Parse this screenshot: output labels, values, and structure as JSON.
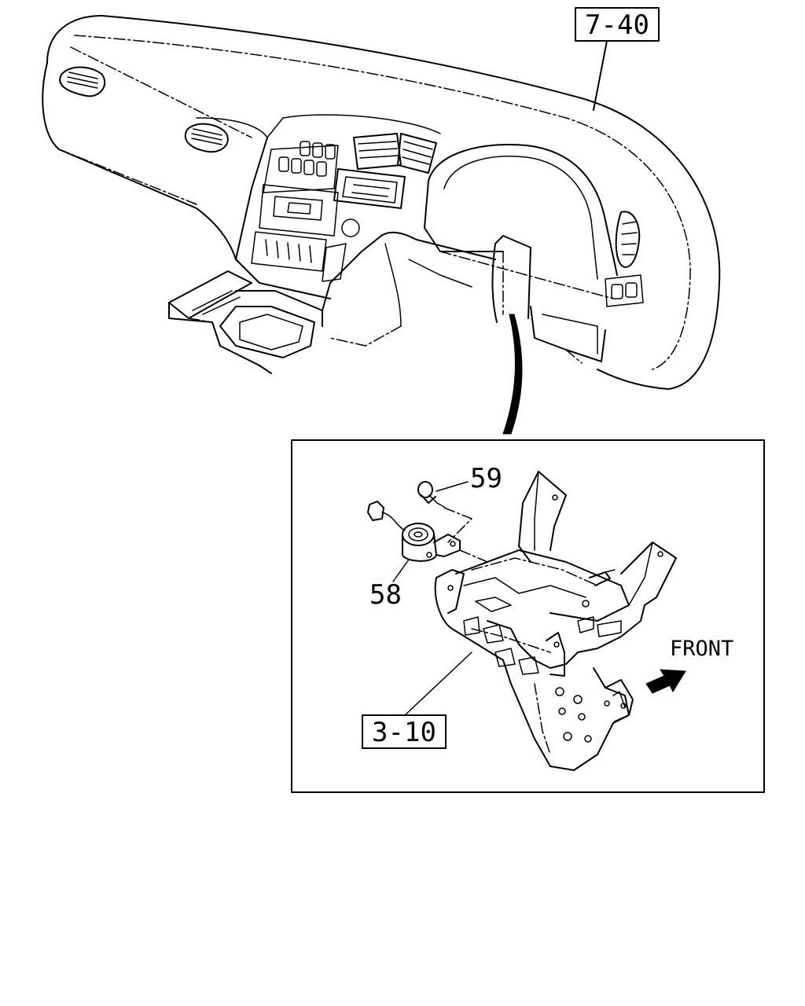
{
  "callouts": {
    "ref_instrument_panel": "7-40",
    "ref_frame": "3-10",
    "part_58": "58",
    "part_59": "59"
  },
  "direction": {
    "label": "FRONT"
  },
  "colors": {
    "line": "#000000",
    "background": "#ffffff"
  }
}
